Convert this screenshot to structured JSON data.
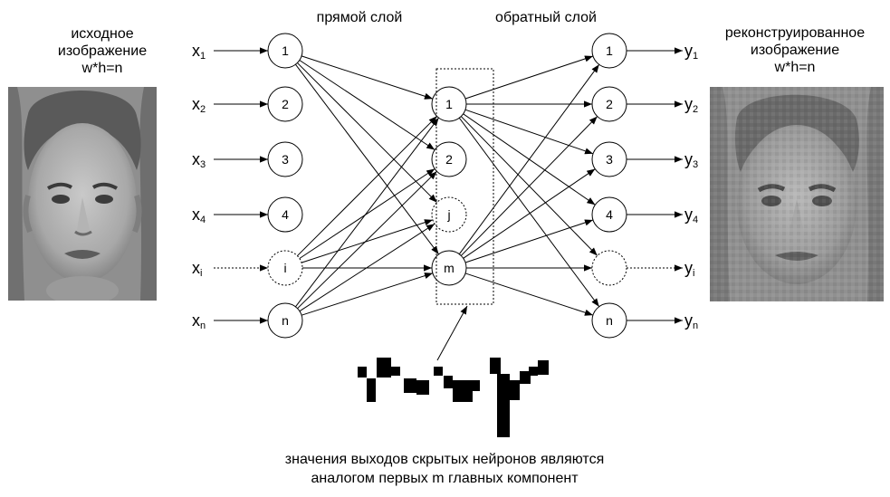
{
  "labels": {
    "input_image": [
      "исходное",
      "изображение",
      "w*h=n"
    ],
    "forward_layer": "прямой слой",
    "backward_layer": "обратный слой",
    "output_image": [
      "реконструированное",
      "изображение",
      "w*h=n"
    ],
    "caption": [
      "значения выходов скрытых нейронов являются",
      "аналогом первых m главных компонент"
    ]
  },
  "inputs": [
    {
      "x": "x",
      "sub": "1"
    },
    {
      "x": "x",
      "sub": "2"
    },
    {
      "x": "x",
      "sub": "3"
    },
    {
      "x": "x",
      "sub": "4"
    },
    {
      "x": "x",
      "sub": "i"
    },
    {
      "x": "x",
      "sub": "n"
    }
  ],
  "input_neurons": [
    "1",
    "2",
    "3",
    "4",
    "i",
    "n"
  ],
  "hidden_neurons": [
    "1",
    "2",
    "j",
    "m"
  ],
  "output_neurons": [
    "1",
    "2",
    "3",
    "4",
    "",
    "n"
  ],
  "outputs": [
    {
      "y": "y",
      "sub": "1"
    },
    {
      "y": "y",
      "sub": "2"
    },
    {
      "y": "y",
      "sub": "3"
    },
    {
      "y": "y",
      "sub": "4"
    },
    {
      "y": "y",
      "sub": "i"
    },
    {
      "y": "y",
      "sub": "n"
    }
  ]
}
